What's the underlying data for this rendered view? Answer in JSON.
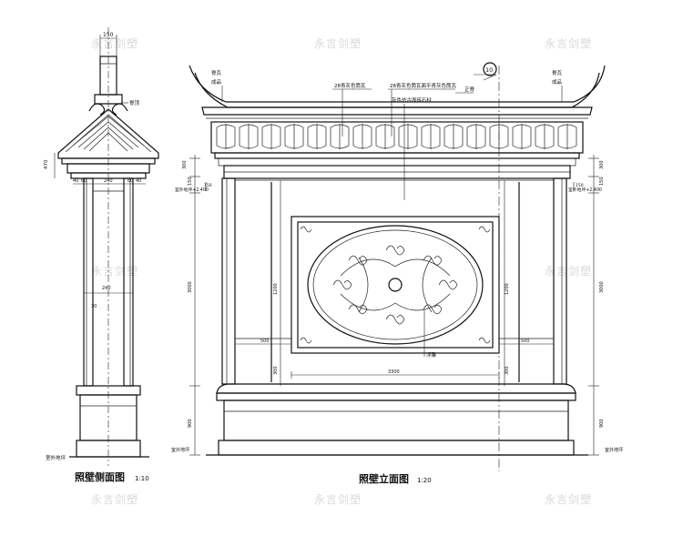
{
  "watermark": "永言剑塑",
  "side_view": {
    "title": "照壁侧面图",
    "scale": "1:10",
    "dims": {
      "top_width": "150",
      "roof_height": "470",
      "post_gaps": [
        "40",
        "60"
      ],
      "post_center": "240",
      "post_gaps_right": [
        "60",
        "40"
      ],
      "mid_width": "240",
      "mid_side": "30"
    },
    "labels": {
      "ridge": "脊顶",
      "ground": "室外地坪"
    }
  },
  "front_view": {
    "title": "照壁立面图",
    "scale": "1:20",
    "callouts": {
      "ridge_tile": "脊瓦",
      "ridge_finish": "成品",
      "tile_left": "28青灰色筒瓦",
      "tile_center": "28青灰色筒瓦面平青灰色筒瓦",
      "tile_edge": "正脊",
      "panel_top": "灰色仿古面砖石柱",
      "panel_note": "浮雕",
      "level_marker": "10"
    },
    "dims": {
      "left_levels": [
        "300",
        "150",
        "150"
      ],
      "left_total": "3000",
      "center_height": "1200",
      "left_lower": "300",
      "panel_width": "3300",
      "side_spacing": "500",
      "side_spacing_right": "500",
      "base_height": "900",
      "right_levels": [
        "300",
        "150",
        "150"
      ],
      "right_total": "3000",
      "right_center": "1200",
      "right_lower": "300",
      "left_elev": "室外地坪+2.400",
      "right_elev": "室外地坪+2.400",
      "ground_left": "室外地坪",
      "ground_right": "室外地坪"
    }
  }
}
